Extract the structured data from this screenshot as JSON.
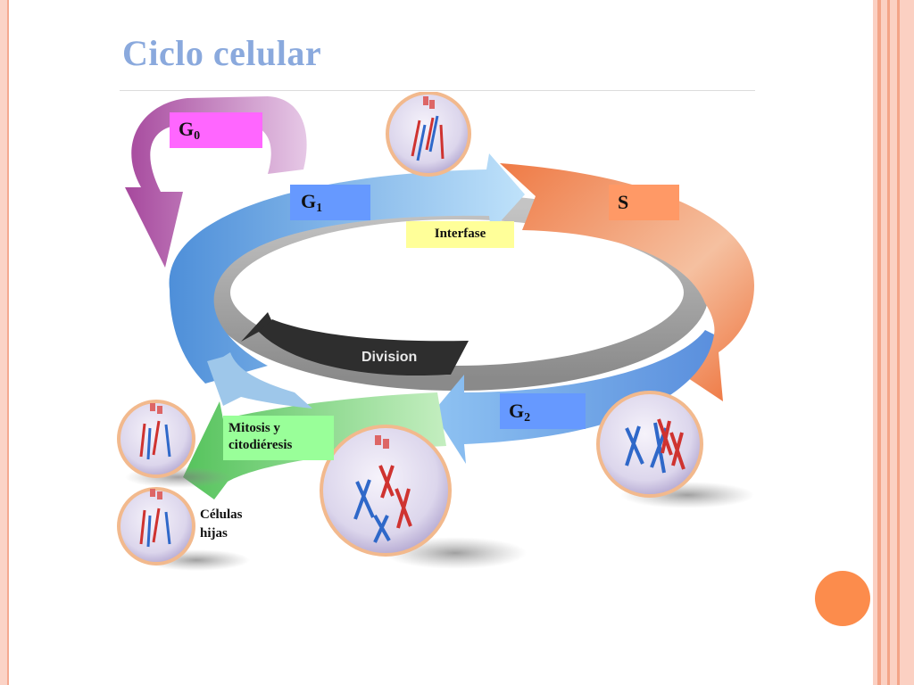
{
  "slide": {
    "title": "Ciclo celular"
  },
  "diagram": {
    "g0": {
      "main": "G",
      "sub": "0"
    },
    "g1": {
      "main": "G",
      "sub": "1"
    },
    "s": "S",
    "interphase": "Interfase",
    "division": "Division",
    "g2": {
      "main": "G",
      "sub": "2"
    },
    "mitosis": {
      "line1": "Mitosis y",
      "line2": "citodiéresis"
    },
    "daughter_cells": {
      "line1": "Células",
      "line2": "hijas"
    }
  },
  "colors": {
    "title": "#8aa9dd",
    "g0_box": "#ff66ff",
    "g1_box": "#6699ff",
    "s_box": "#ff9966",
    "interphase_box": "#ffff99",
    "g2_box": "#6699ff",
    "mitosis_box": "#99ff99",
    "accent_dot": "#fc8c4c"
  }
}
